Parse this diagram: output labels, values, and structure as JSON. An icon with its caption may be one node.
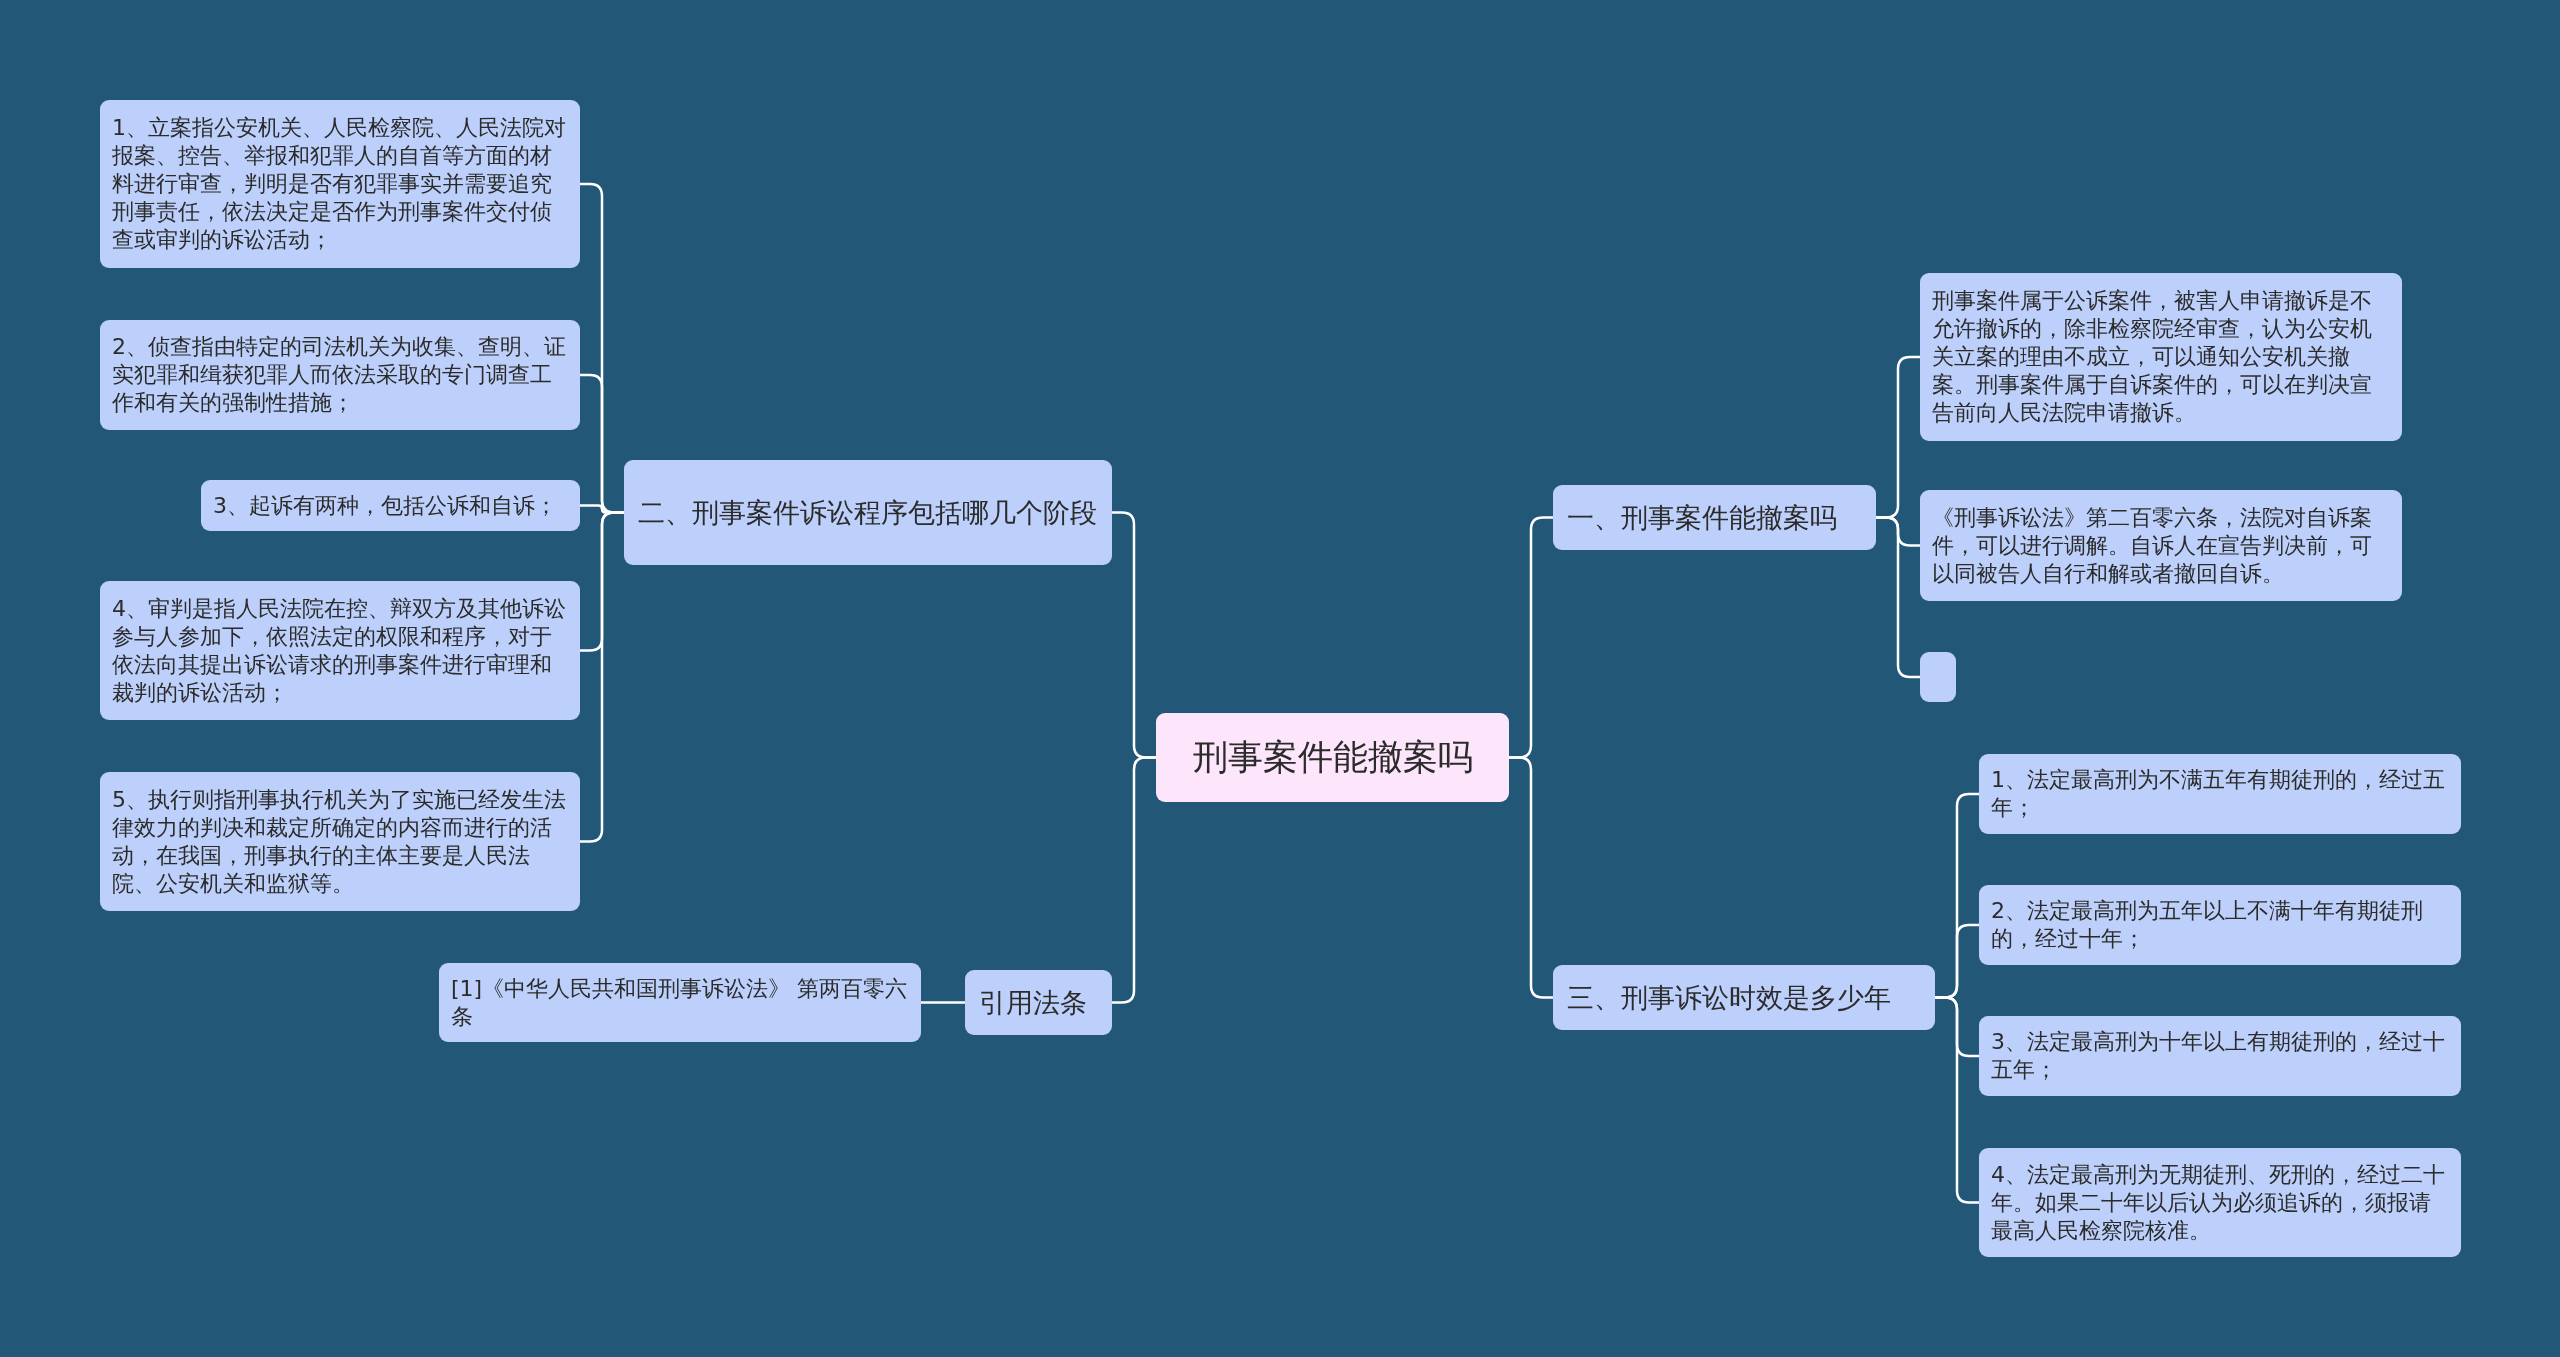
{
  "diagram": {
    "nodes": [
      {
        "text": [
          "刑事案件能撤案吗"
        ]
      },
      {
        "text": [
          "二、刑事案件诉讼程序包括哪几个阶段"
        ]
      },
      {
        "text": [
          "1、立案指公安机关、人民检察院、人民法院对报案、控告、举报和犯罪人的自首等方面的材料进行审查，判明是否有犯罪事实并需要追究刑事责任，依法决定是否作为刑事案件交付侦查或审判的诉讼活动；"
        ]
      },
      {
        "text": [
          "2、侦查指由特定的司法机关为收集、查明、证实犯罪和缉获犯罪人而依法采取的专门调查工作和有关的强制性措施；"
        ]
      },
      {
        "text": [
          "3、起诉有两种，包括公诉和自诉；"
        ]
      },
      {
        "text": [
          "4、审判是指人民法院在控、辩双方及其他诉讼参与人参加下，依照法定的权限和程序，对于依法向其提出诉讼请求的刑事案件进行审理和裁判的诉讼活动；"
        ]
      },
      {
        "text": [
          "5、执行则指刑事执行机关为了实施已经发生法律效力的判决和裁定所确定的内容而进行的活动，在我国，刑事执行的主体主要是人民法院、公安机关和监狱等。"
        ]
      },
      {
        "text": [
          "引用法条"
        ]
      },
      {
        "text": [
          "[1]《中华人民共和国刑事诉讼法》 第两百零六条"
        ]
      },
      {
        "text": [
          "一、刑事案件能撤案吗"
        ]
      },
      {
        "text": [
          "刑事案件属于公诉案件，被害人申请撤诉是不允许撤诉的，除非检察院经审查，认为公安机关立案的理由不成立，可以通知公安机关撤案。刑事案件属于自诉案件的，可以在判决宣告前向人民法院申请撤诉。"
        ]
      },
      {
        "text": [
          "《刑事诉讼法》第二百零六条，法院对自诉案件，可以进行调解。自诉人在宣告判决前，可以同被告人自行和解或者撤回自诉。"
        ]
      },
      {
        "text": [],
        "shape": "box"
      },
      {
        "text": [
          "三、刑事诉讼时效是多少年"
        ]
      },
      {
        "text": [
          "1、法定最高刑为不满五年有期徒刑的，经过五年；"
        ]
      },
      {
        "text": [
          "2、法定最高刑为五年以上不满十年有期徒刑的，经过十年；"
        ]
      },
      {
        "text": [
          "3、法定最高刑为十年以上有期徒刑的，经过十五年；"
        ]
      },
      {
        "text": [
          "4、法定最高刑为无期徒刑、死刑的，经过二十年。如果二十年以后认为必须追诉的，须报请最高人民检察院核准。"
        ]
      }
    ],
    "edges": [
      {
        "from": 0,
        "to": 1,
        "arrow": "none"
      },
      {
        "from": 1,
        "to": 2,
        "arrow": "none"
      },
      {
        "from": 1,
        "to": 3,
        "arrow": "none"
      },
      {
        "from": 1,
        "to": 4,
        "arrow": "none"
      },
      {
        "from": 1,
        "to": 5,
        "arrow": "none"
      },
      {
        "from": 1,
        "to": 6,
        "arrow": "none"
      },
      {
        "from": 0,
        "to": 7,
        "arrow": "none"
      },
      {
        "from": 7,
        "to": 8,
        "arrow": "none"
      },
      {
        "from": 0,
        "to": 9,
        "arrow": "none"
      },
      {
        "from": 9,
        "to": 10,
        "arrow": "none"
      },
      {
        "from": 9,
        "to": 11,
        "arrow": "none"
      },
      {
        "from": 9,
        "to": 12,
        "arrow": "none"
      },
      {
        "from": 0,
        "to": 13,
        "arrow": "none"
      },
      {
        "from": 13,
        "to": 14,
        "arrow": "none"
      },
      {
        "from": 13,
        "to": 15,
        "arrow": "none"
      },
      {
        "from": 13,
        "to": 16,
        "arrow": "none"
      },
      {
        "from": 13,
        "to": 17,
        "arrow": "none"
      }
    ]
  }
}
